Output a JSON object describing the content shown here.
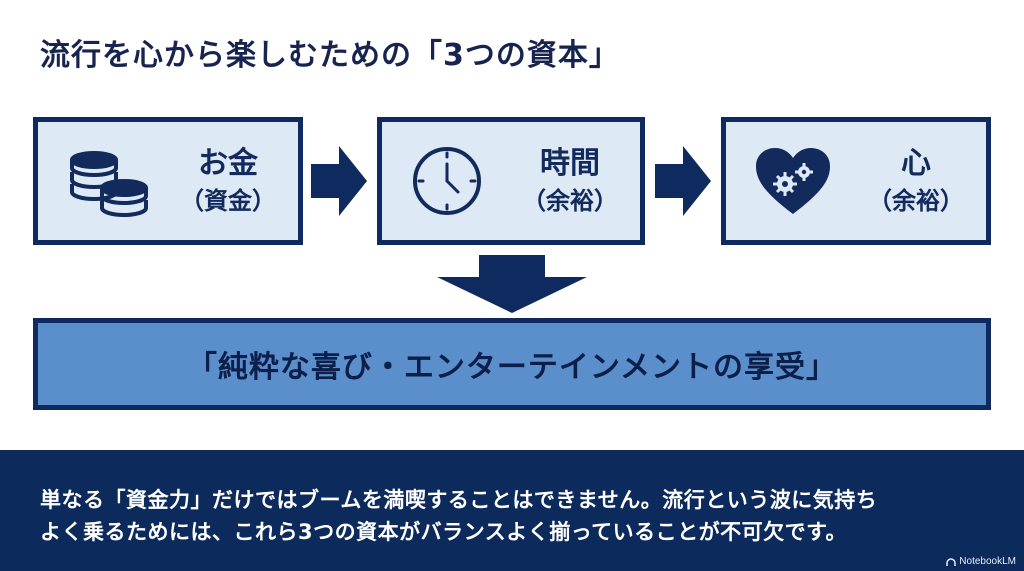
{
  "title": "流行を心から楽しむための「3つの資本」",
  "capitals": [
    {
      "main": "お金",
      "sub": "（資金）",
      "icon": "coins-icon"
    },
    {
      "main": "時間",
      "sub": "（余裕）",
      "icon": "clock-icon"
    },
    {
      "main": "心",
      "sub": "（余裕）",
      "icon": "heart-gears-icon"
    }
  ],
  "result": "「純粋な喜び・エンターテインメントの享受」",
  "footer": {
    "line1": "単なる「資金力」だけではブームを満喫することはできません。流行という波に気持ち",
    "line2": "よく乗るためには、これら3つの資本がバランスよく揃っていることが不可欠です。"
  },
  "badge": "NotebookLM",
  "colors": {
    "navy": "#0e2a5e",
    "box_fill": "#dde9f5",
    "result_fill": "#5b8fcc"
  }
}
